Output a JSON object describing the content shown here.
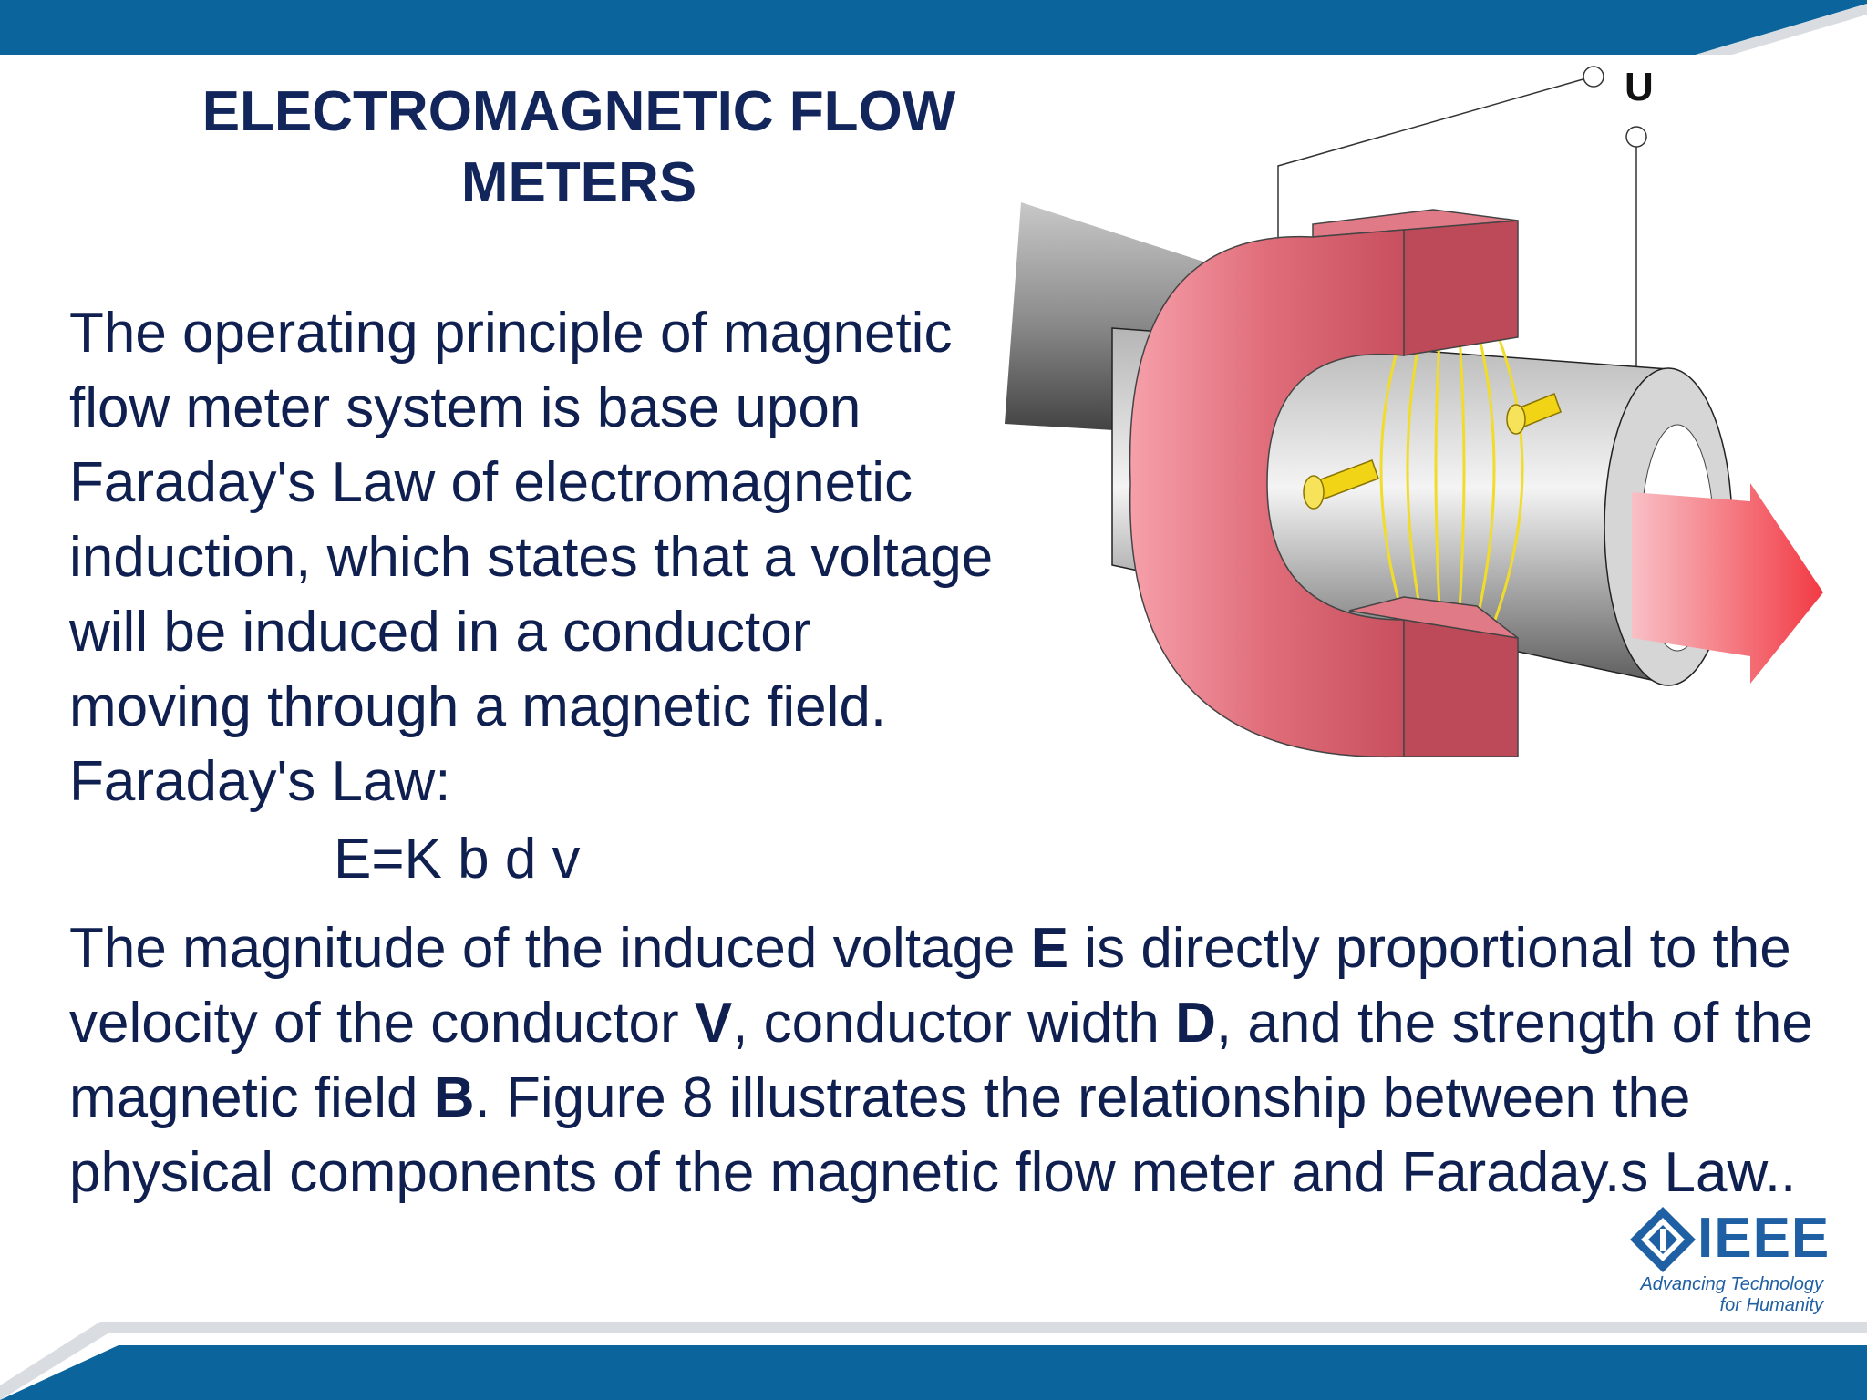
{
  "slide": {
    "title": "ELECTROMAGNETIC FLOW METERS",
    "paragraph_1": [
      "The operating principle of magnetic",
      "flow meter system is base upon",
      "Faraday's Law of electromagnetic",
      "induction, which states that a voltage",
      "will be induced in a conductor",
      "moving through a magnetic field.",
      "Faraday's Law:"
    ],
    "formula": "E=K b d v",
    "paragraph_2": {
      "s1": "The magnitude of the induced voltage ",
      "b1": "E",
      "s2": " is directly proportional to the velocity of the conductor ",
      "b2": "V",
      "s3": ", conductor width ",
      "b3": "D",
      "s4": ", and the strength of the magnetic field ",
      "b4": "B",
      "s5": ". Figure 8 illustrates the relationship between the physical components of the magnetic flow meter and Faraday.s Law.."
    }
  },
  "diagram": {
    "voltage_label": "U",
    "magnet_color": "#e06d7a",
    "electrode_color": "#f2d417",
    "field_line_color": "#f2dc2a",
    "flow_arrow_color": "#f23a44",
    "pipe_color": "#9a9a9a"
  },
  "logo": {
    "wordmark": "IEEE",
    "tagline_1": "Advancing Technology",
    "tagline_2": "for Humanity"
  },
  "theme": {
    "bar_color": "#0b659c",
    "text_color": "#0f2050"
  }
}
